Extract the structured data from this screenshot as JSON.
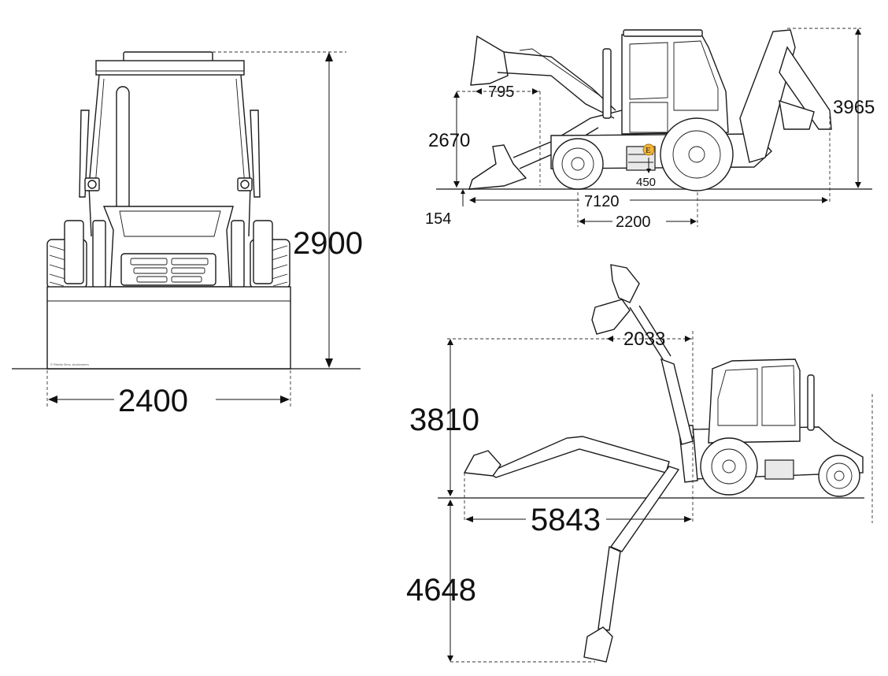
{
  "front_view": {
    "height_label": "2900",
    "width_label": "2400",
    "credit": "© Ritchie Bros. Auctioneers"
  },
  "side_view": {
    "bucket_reach_label": "795",
    "lift_height_label": "2670",
    "dig_depth_label": "154",
    "overall_length_label": "7120",
    "wheelbase_label": "2200",
    "ground_clearance_label": "450",
    "overall_height_label": "3965",
    "marker_letter": "E"
  },
  "backhoe_view": {
    "bucket_offset_label": "2033",
    "dump_height_label": "3810",
    "reach_label": "5843",
    "dig_depth_label": "4648"
  },
  "colors": {
    "marker": "#f2b53a",
    "ground": "#6b6b6b"
  }
}
